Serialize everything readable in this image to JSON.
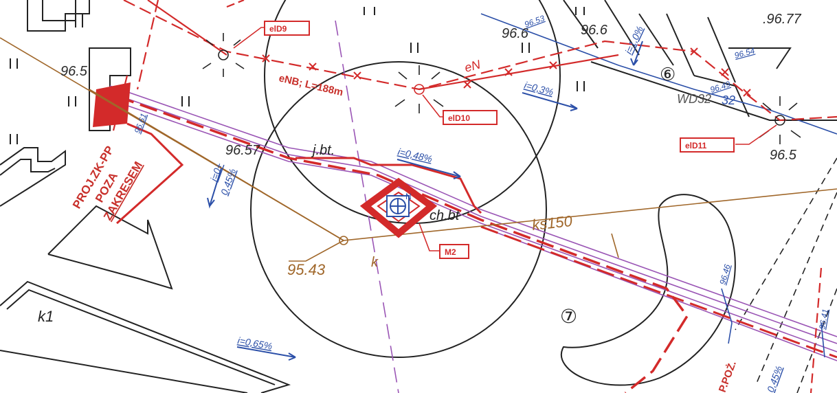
{
  "labels": {
    "elevation_top_right": ".96.77",
    "elevation_left": "96.5",
    "elevation_top_mid": "96.6",
    "elevation_top_blue_overlap": "96.6",
    "elevation_right": "96.5",
    "elevation_center_left": "96.57",
    "elevation_low_point": "95.43",
    "parcel_6": "⑥",
    "parcel_7": "⑦",
    "parcel_k1": "k1",
    "parcel_k": "k",
    "code_jbt": "j.bt.",
    "code_chbt": "ch.bt",
    "code_ks150": "ks150",
    "code_en": "eN",
    "code_enb": "eNB; L=188m",
    "code_n": "N",
    "code_wd": "WD32",
    "code_32": "32"
  },
  "id_labels": {
    "eld9": "elD9",
    "eld10": "elD10",
    "eld11": "elD11",
    "m2": "M2"
  },
  "slopes": {
    "top_right": "i=1,0%",
    "mid_right": "i=0,3%",
    "center": "i=0,48%",
    "bottom": "i=0,65%",
    "left_vertical_a": "i=0+",
    "left_vertical_b": "0,45%",
    "bottom_right": "0,45%"
  },
  "blue_elevations": {
    "e9653": "96.53",
    "e9654": "96.54",
    "e9649": "96.49",
    "e9661": "96.61",
    "e9646": "96.46",
    "e9641": "96.41"
  },
  "red_text": {
    "proj_line1": "PROJ.ZK-PP",
    "proj_line2": "POZA",
    "proj_line3": "ZAKRESEM",
    "p_poz": "P.POŻ."
  },
  "colors": {
    "red": "#d32a2a",
    "blue": "#2b4fa8",
    "purple": "#9a55b5",
    "brown": "#a0672a",
    "black": "#222222"
  }
}
